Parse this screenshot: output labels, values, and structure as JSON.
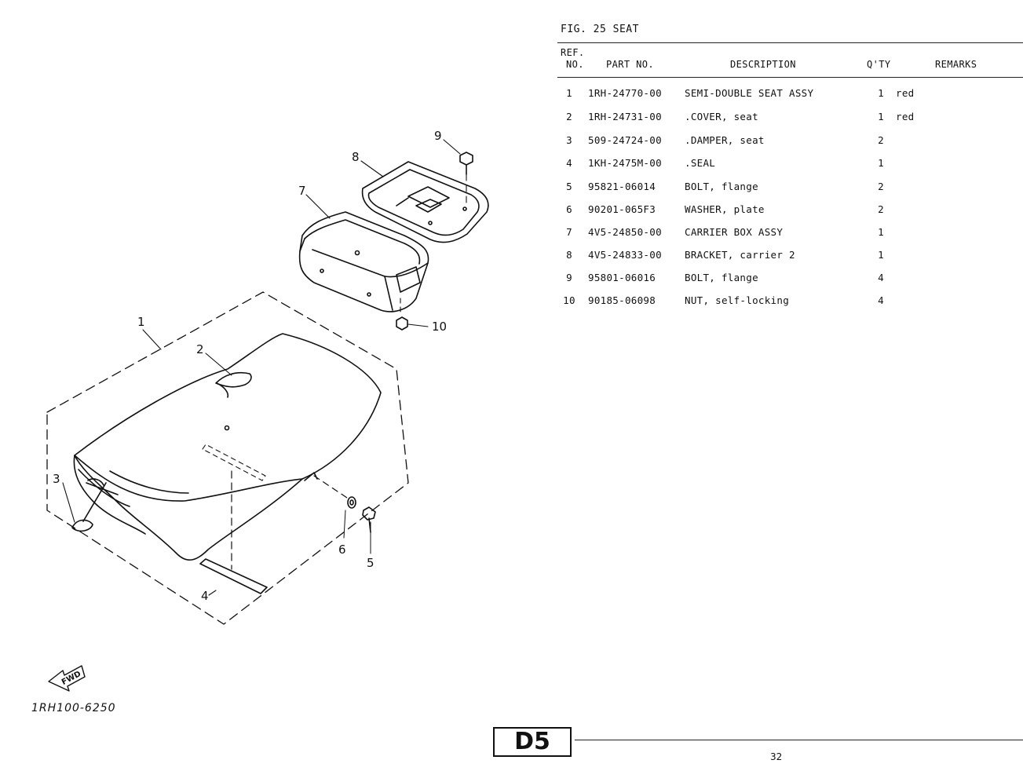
{
  "figure": {
    "title": "FIG. 25  SEAT"
  },
  "table": {
    "headers": {
      "ref_line1": "REF.",
      "ref_line2": "NO.",
      "part_no": "PART NO.",
      "description": "DESCRIPTION",
      "qty": "Q'TY",
      "remarks": "REMARKS"
    },
    "rows": [
      {
        "ref": "1",
        "part": "1RH-24770-00",
        "desc": "SEMI-DOUBLE SEAT ASSY",
        "qty": "1",
        "remarks": "red"
      },
      {
        "ref": "2",
        "part": "1RH-24731-00",
        "desc": ".COVER, seat",
        "qty": "1",
        "remarks": "red"
      },
      {
        "ref": "3",
        "part": "509-24724-00",
        "desc": ".DAMPER, seat",
        "qty": "2",
        "remarks": ""
      },
      {
        "ref": "4",
        "part": "1KH-2475M-00",
        "desc": ".SEAL",
        "qty": "1",
        "remarks": ""
      },
      {
        "ref": "5",
        "part": "95821-06014",
        "desc": "BOLT, flange",
        "qty": "2",
        "remarks": ""
      },
      {
        "ref": "6",
        "part": "90201-065F3",
        "desc": "WASHER, plate",
        "qty": "2",
        "remarks": ""
      },
      {
        "ref": "7",
        "part": "4V5-24850-00",
        "desc": "CARRIER BOX ASSY",
        "qty": "1",
        "remarks": ""
      },
      {
        "ref": "8",
        "part": "4V5-24833-00",
        "desc": "BRACKET, carrier 2",
        "qty": "1",
        "remarks": ""
      },
      {
        "ref": "9",
        "part": "95801-06016",
        "desc": "BOLT, flange",
        "qty": "4",
        "remarks": ""
      },
      {
        "ref": "10",
        "part": "90185-06098",
        "desc": "NUT, self-locking",
        "qty": "4",
        "remarks": ""
      }
    ]
  },
  "diagram": {
    "callouts": [
      "1",
      "2",
      "3",
      "4",
      "5",
      "6",
      "7",
      "8",
      "9",
      "10"
    ],
    "fwd_label": "FWD",
    "drawing_code": "1RH100-6250"
  },
  "footer": {
    "section": "D5",
    "page": "32"
  }
}
